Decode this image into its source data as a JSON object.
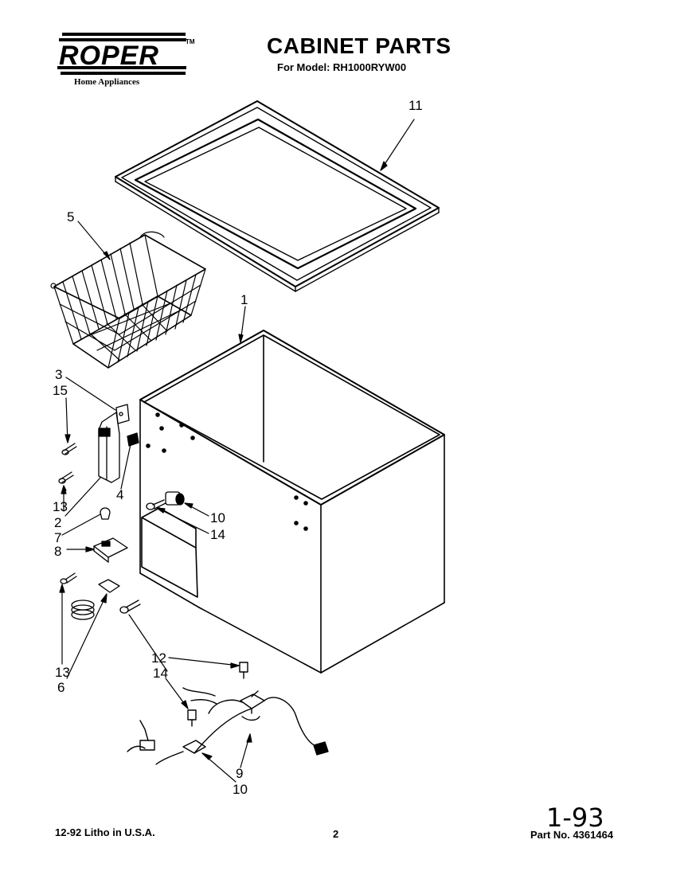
{
  "header": {
    "brand": "ROPER",
    "trademark": "TM",
    "tagline": "Home Appliances",
    "title": "CABINET PARTS",
    "subtitle": "For Model: RH1000RYW00"
  },
  "callouts": [
    {
      "id": "c11",
      "label": "11"
    },
    {
      "id": "c5",
      "label": "5"
    },
    {
      "id": "c1",
      "label": "1"
    },
    {
      "id": "c3",
      "label": "3"
    },
    {
      "id": "c15",
      "label": "15"
    },
    {
      "id": "c4",
      "label": "4"
    },
    {
      "id": "c13a",
      "label": "13"
    },
    {
      "id": "c2",
      "label": "2"
    },
    {
      "id": "c7",
      "label": "7"
    },
    {
      "id": "c8",
      "label": "8"
    },
    {
      "id": "c10a",
      "label": "10"
    },
    {
      "id": "c14a",
      "label": "14"
    },
    {
      "id": "c13b",
      "label": "13"
    },
    {
      "id": "c6",
      "label": "6"
    },
    {
      "id": "c12",
      "label": "12"
    },
    {
      "id": "c14b",
      "label": "14"
    },
    {
      "id": "c9",
      "label": "9"
    },
    {
      "id": "c10b",
      "label": "10"
    }
  ],
  "footer": {
    "litho": "12-92 Litho in U.S.A.",
    "page": "2",
    "part_no": "Part No. 4361464",
    "handwritten": "1-93"
  }
}
